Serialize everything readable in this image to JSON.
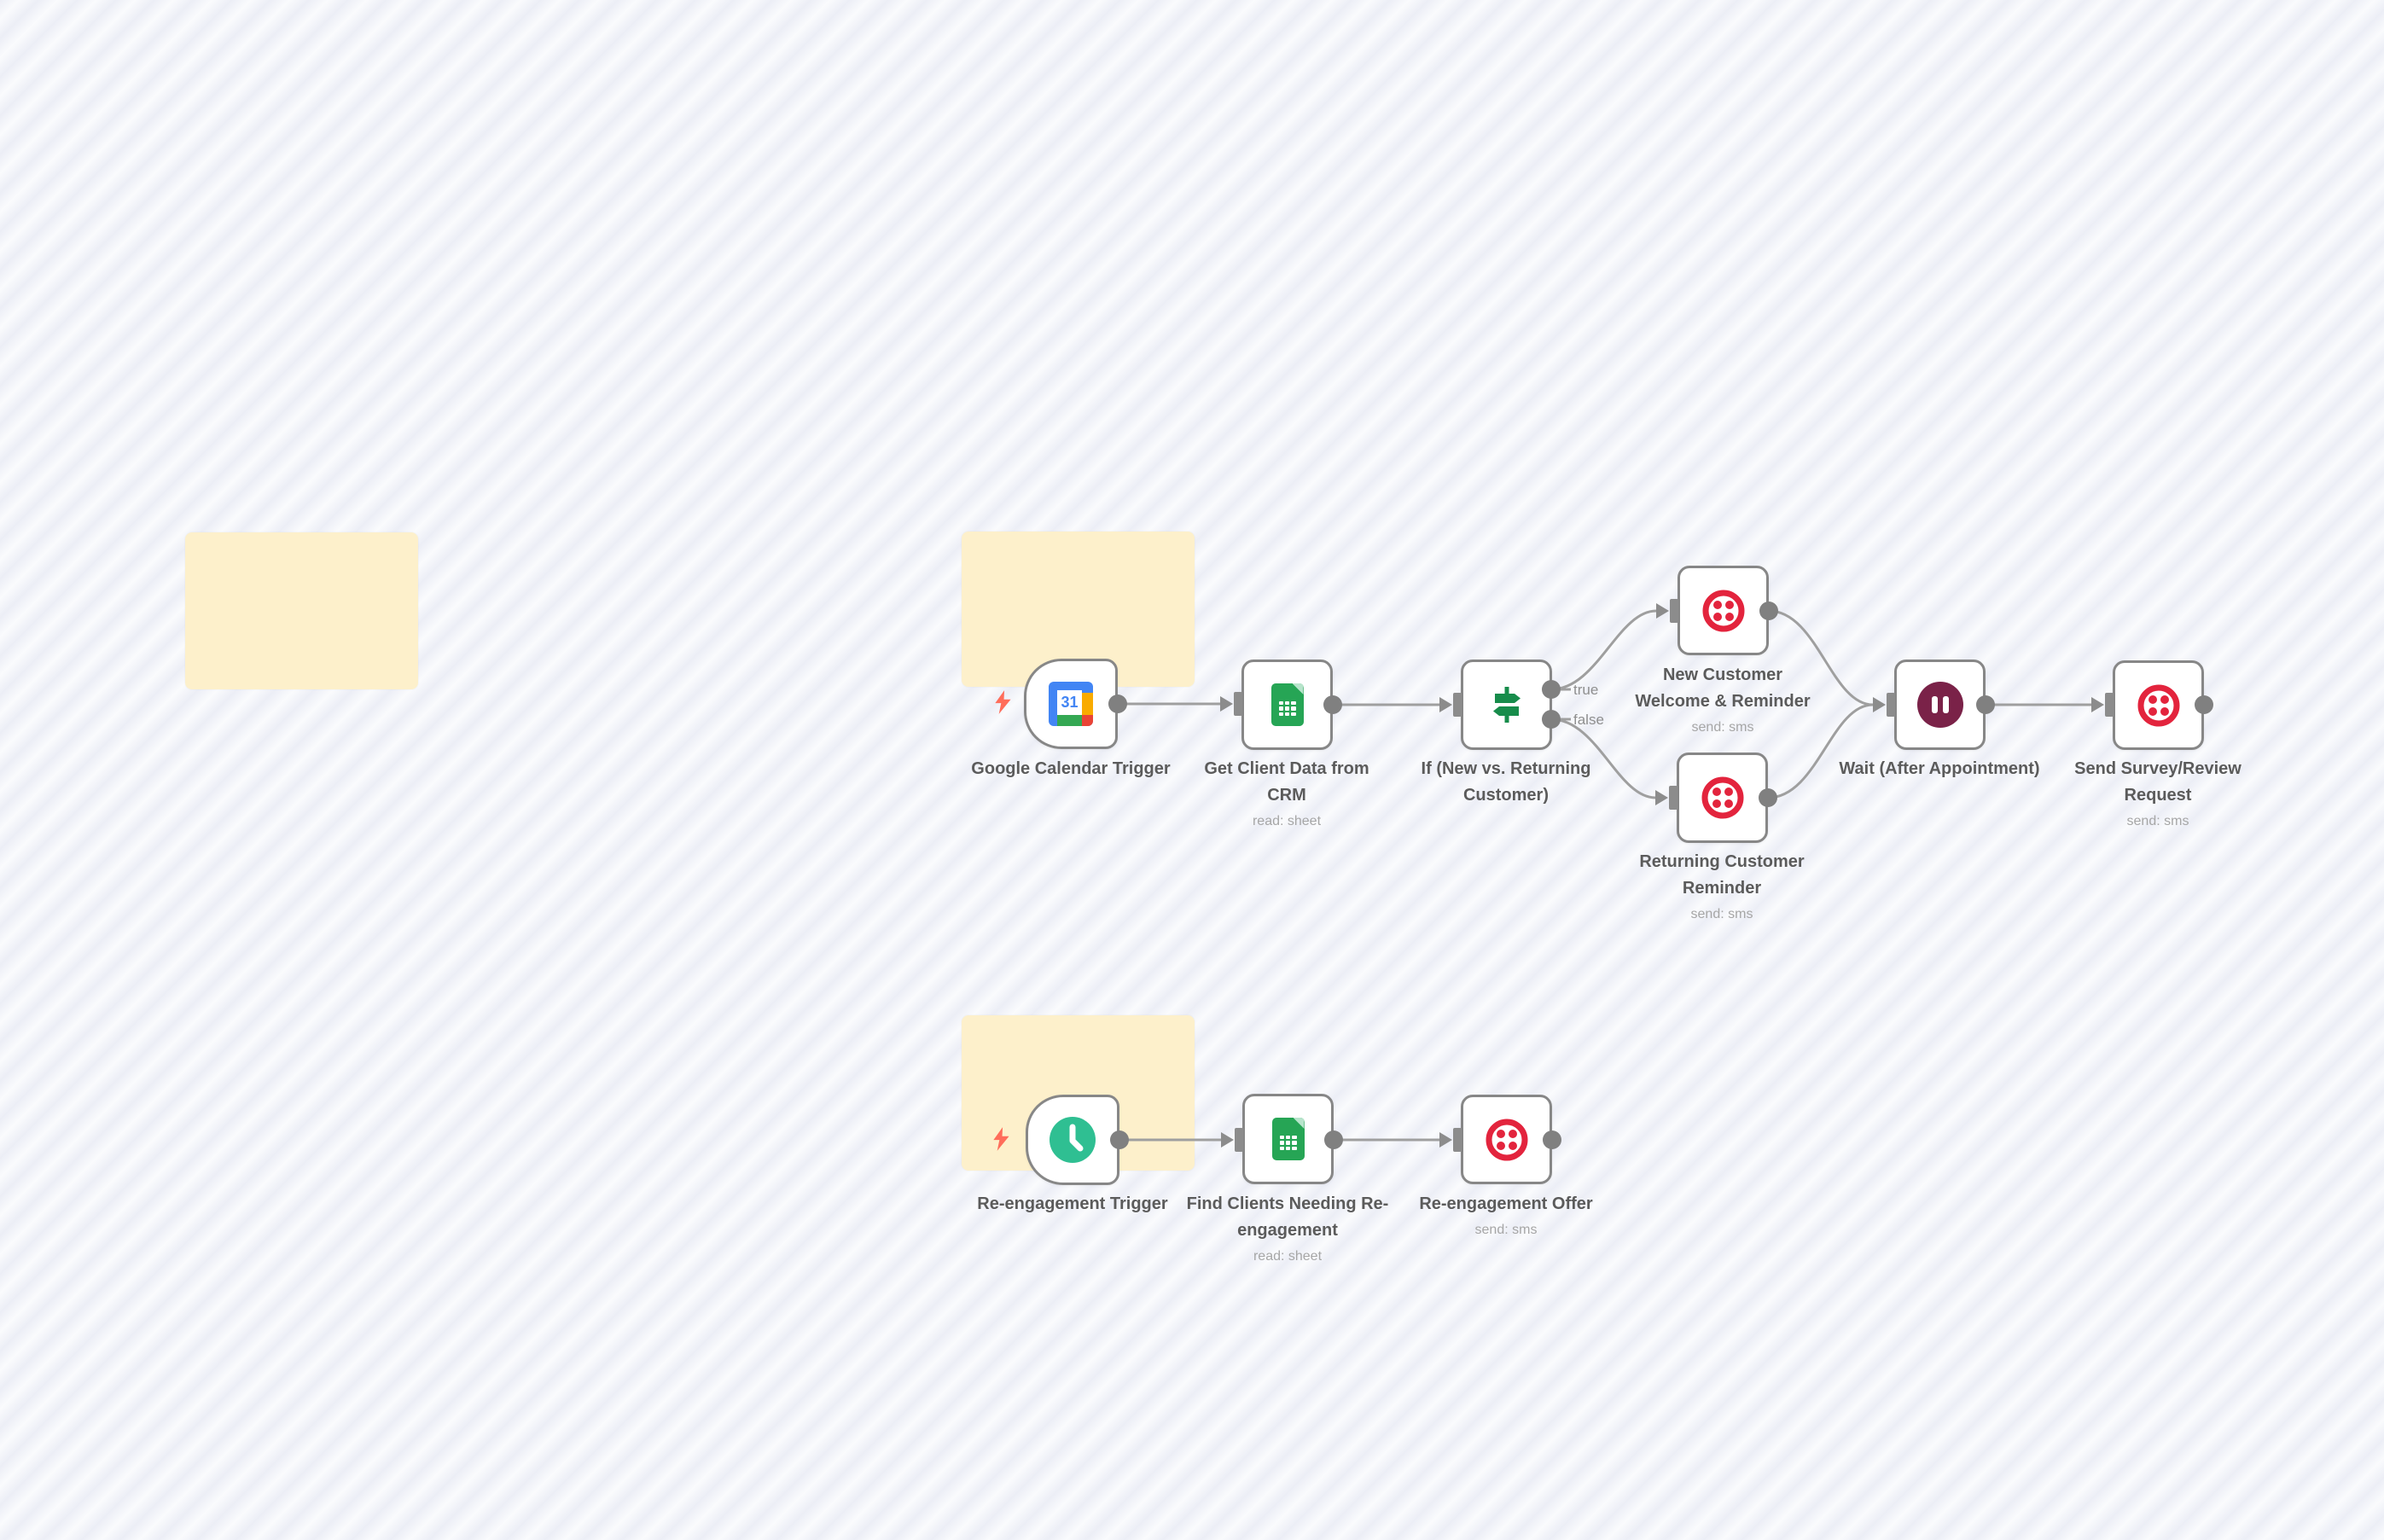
{
  "workflow": {
    "calendar_day": "31",
    "nodes": [
      {
        "id": "google-calendar-trigger",
        "label": "Google Calendar Trigger",
        "subtitle": "",
        "icon": "google-calendar-icon"
      },
      {
        "id": "get-client-data",
        "label": "Get Client Data from CRM",
        "subtitle": "read: sheet",
        "icon": "google-sheets-icon"
      },
      {
        "id": "if-new-vs-returning",
        "label": "If (New vs. Returning Customer)",
        "subtitle": "",
        "icon": "signpost-icon"
      },
      {
        "id": "new-customer-welcome",
        "label": "New Customer Welcome & Reminder",
        "subtitle": "send: sms",
        "icon": "twilio-icon"
      },
      {
        "id": "returning-customer-reminder",
        "label": "Returning Customer Reminder",
        "subtitle": "send: sms",
        "icon": "twilio-icon"
      },
      {
        "id": "wait-after-appointment",
        "label": "Wait (After Appointment)",
        "subtitle": "",
        "icon": "pause-icon"
      },
      {
        "id": "send-survey-review",
        "label": "Send Survey/Review Request",
        "subtitle": "send: sms",
        "icon": "twilio-icon"
      },
      {
        "id": "re-engagement-trigger",
        "label": "Re-engagement Trigger",
        "subtitle": "",
        "icon": "clock-icon"
      },
      {
        "id": "find-clients-re-engagement",
        "label": "Find Clients Needing Re-engagement",
        "subtitle": "read: sheet",
        "icon": "google-sheets-icon"
      },
      {
        "id": "re-engagement-offer",
        "label": "Re-engagement Offer",
        "subtitle": "send: sms",
        "icon": "twilio-icon"
      }
    ],
    "branch_labels": {
      "true": "true",
      "false": "false"
    }
  },
  "colors": {
    "canvas_background": "#f7f8fb",
    "canvas_stripe": "#eceef6",
    "sticky_note": "#fdf0cb",
    "node_border": "#878787",
    "connector_gray": "#9f9f9f",
    "twilio_red": "#e3243d",
    "sheets_green": "#26a555",
    "if_green": "#178c4b",
    "wait_maroon": "#7a2248",
    "schedule_teal": "#2fbf92",
    "gcal_blue": "#4285f4",
    "bolt_red": "#ff6d5a"
  }
}
